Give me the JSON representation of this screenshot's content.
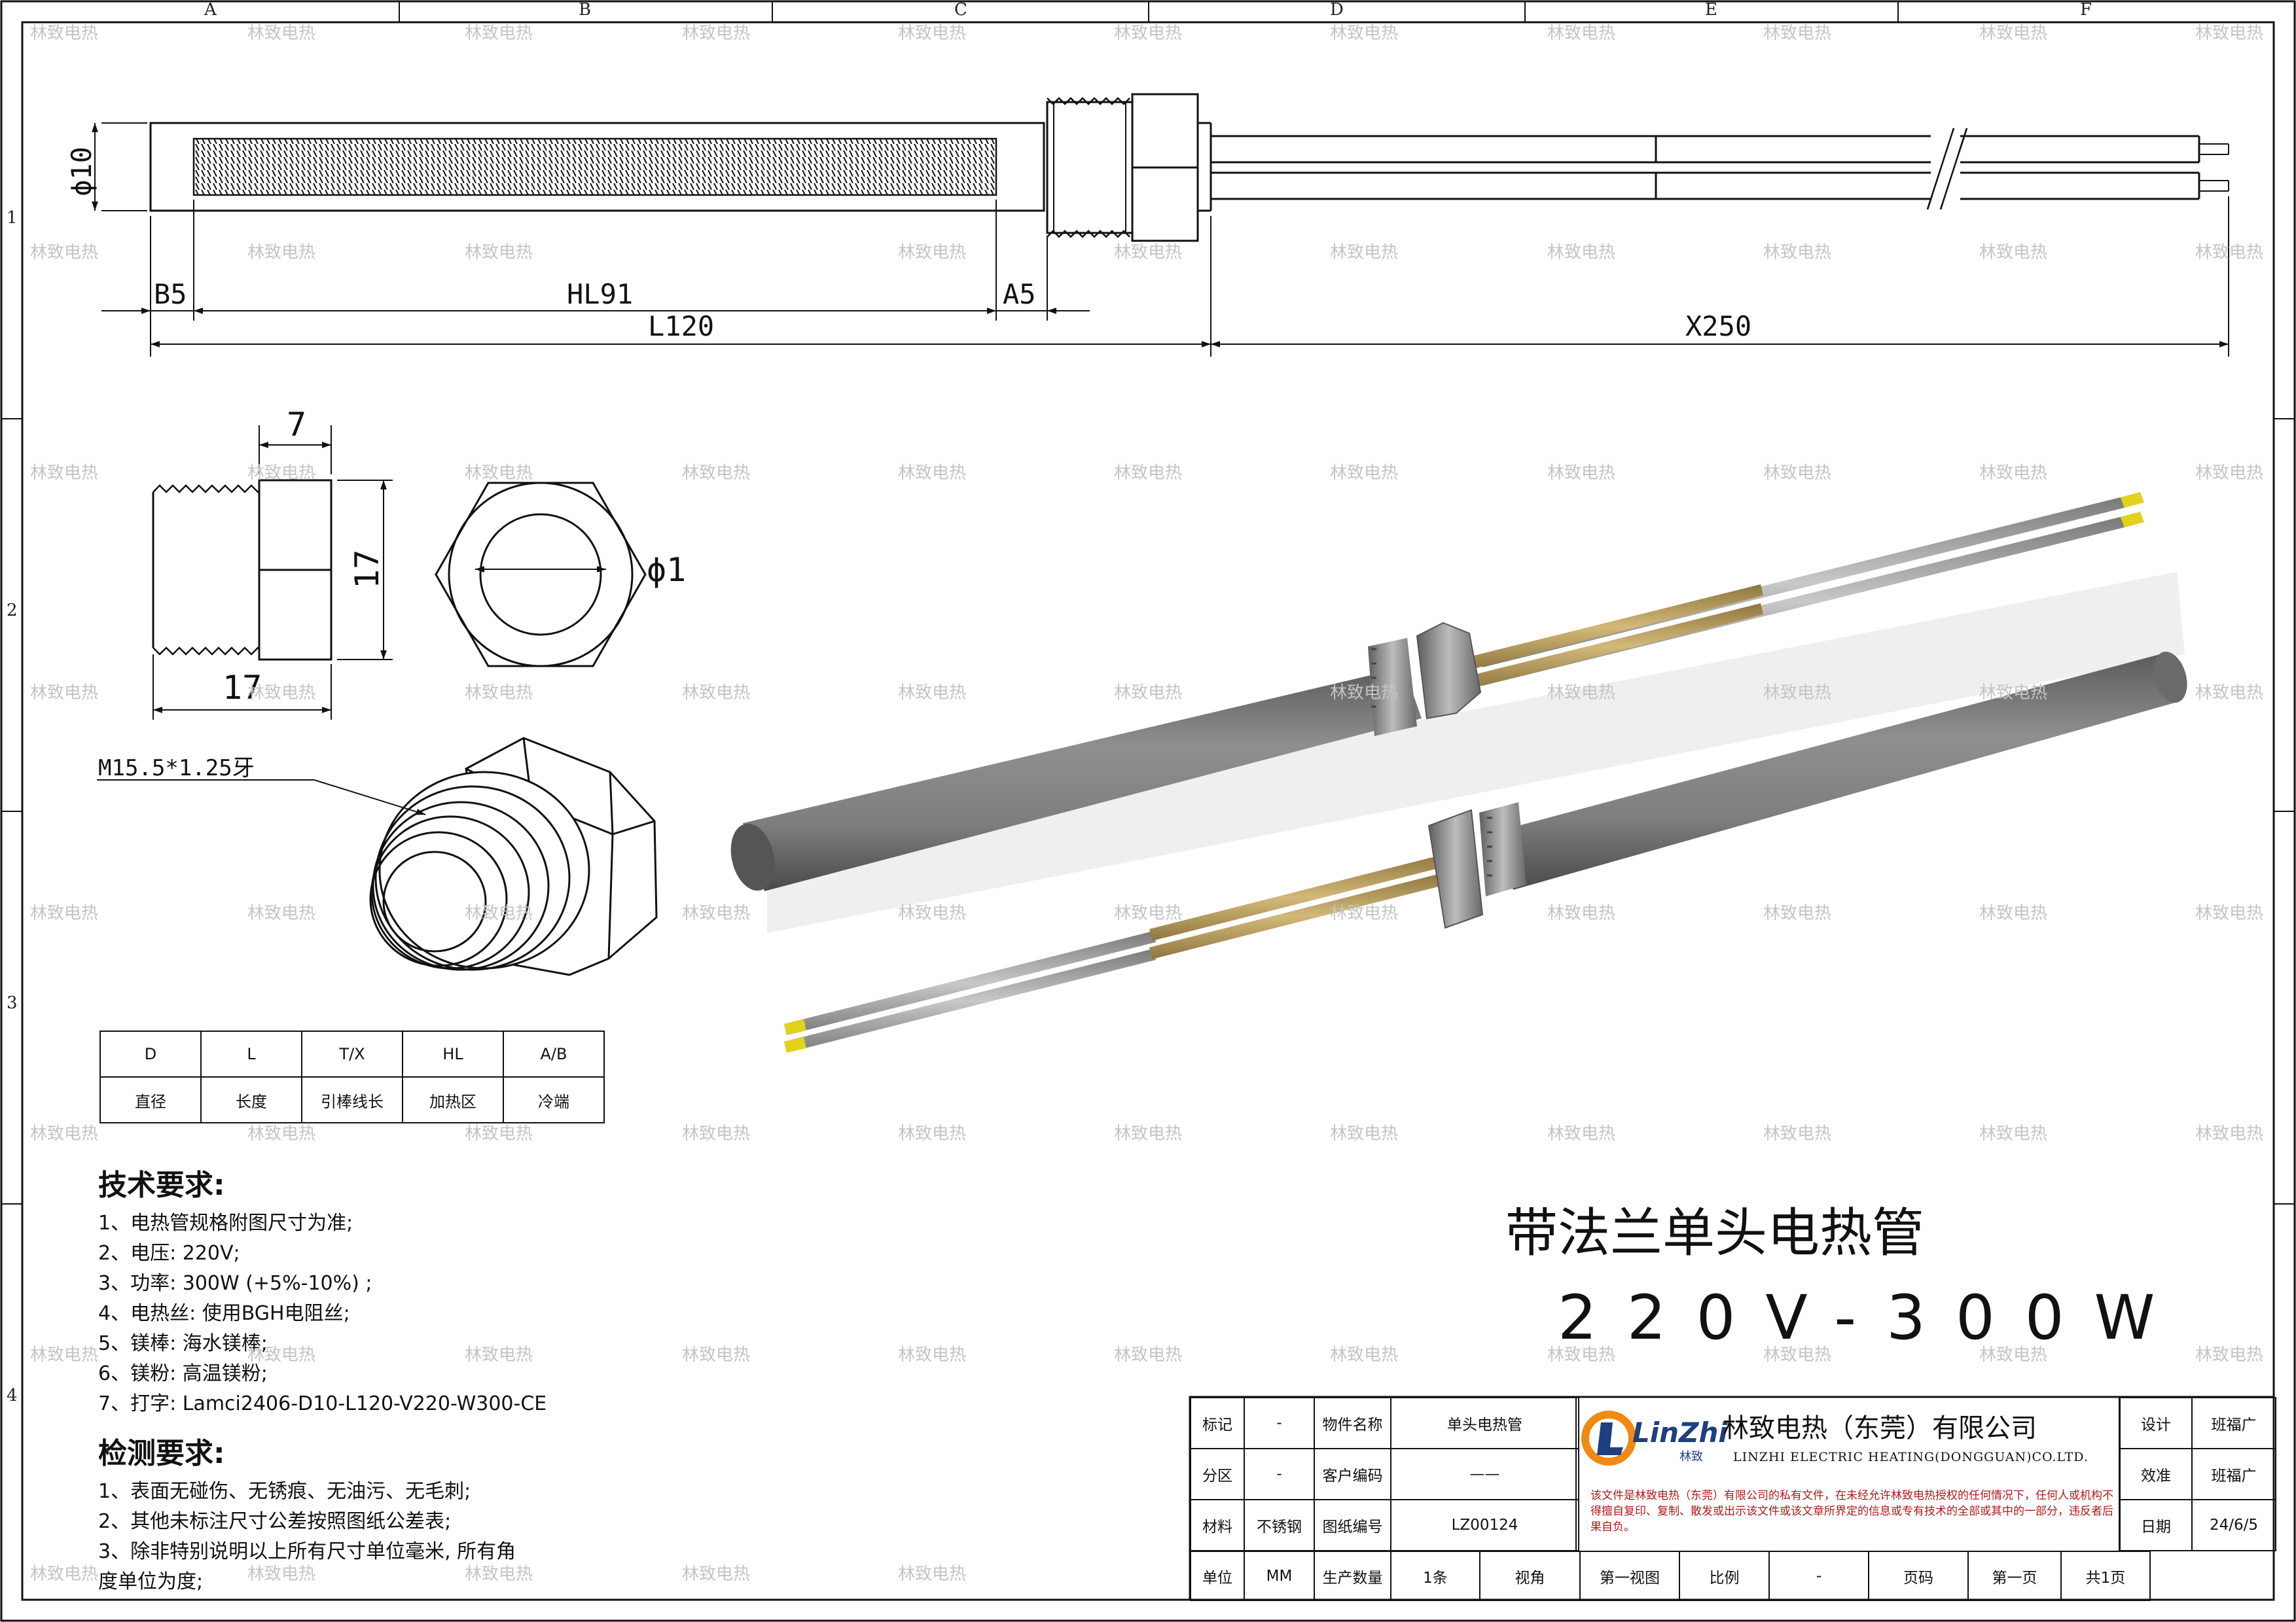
{
  "zones": {
    "cols": [
      "A",
      "B",
      "C",
      "D",
      "E",
      "F"
    ],
    "rows": [
      "1",
      "2",
      "3",
      "4"
    ]
  },
  "dimensions": {
    "diameter": "ϕ10",
    "b": "B5",
    "hl": "HL91",
    "a": "A5",
    "l": "L120",
    "x": "X250",
    "nut_width": "7",
    "nut_height": "17",
    "nut_length": "17",
    "hex_bore": "ϕ1",
    "thread": "M15.5*1.25牙"
  },
  "legend_table": {
    "headers": [
      "D",
      "L",
      "T/X",
      "HL",
      "A/B"
    ],
    "values": [
      "直径",
      "长度",
      "引棒线长",
      "加热区",
      "冷端"
    ]
  },
  "tech_requirements": {
    "title": "技术要求:",
    "items": [
      "1、电热管规格附图尺寸为准;",
      "2、电压: 220V;",
      "3、功率: 300W (+5%-10%) ;",
      "4、电热丝: 使用BGH电阻丝;",
      "5、镁棒: 海水镁棒;",
      "6、镁粉: 高温镁粉;",
      "7、打字: Lamci2406-D10-L120-V220-W300-CE"
    ]
  },
  "inspection": {
    "title": "检测要求:",
    "items": [
      "1、表面无碰伤、无锈痕、无油污、无毛刺;",
      "2、其他未标注尺寸公差按照图纸公差表;",
      "3、除非特别说明以上所有尺寸单位毫米, 所有角",
      "度单位为度;"
    ]
  },
  "product": {
    "title": "带法兰单头电热管",
    "spec": "220V-300W"
  },
  "watermark": "林致电热",
  "title_block": {
    "r1": [
      "标记",
      "-",
      "物件名称",
      "单头电热管"
    ],
    "r2": [
      "分区",
      "-",
      "客户编码",
      "——"
    ],
    "r3": [
      "材料",
      "不锈钢",
      "图纸编号",
      "LZ00124"
    ],
    "r4": [
      "单位",
      "MM",
      "生产数量",
      "1条",
      "视角",
      "第一视图",
      "比例",
      "-",
      "页码",
      "第一页",
      "共1页"
    ],
    "right": [
      [
        "设计",
        "班福广"
      ],
      [
        "效准",
        "班福广"
      ],
      [
        "日期",
        "24/6/5"
      ]
    ],
    "company_cn": "林致电热（东莞）有限公司",
    "company_en": "LINZHI ELECTRIC HEATING(DONGGUAN)CO.LTD.",
    "note": "该文件是林致电热（东莞）有限公司的私有文件，在未经允许林致电热授权的任何情况下，任何人或机构不得擅自复印、复制、散发或出示该文件或该文章所界定的信息或专有技术的全部或其中的一部分，违反者后果自负。",
    "logo_text": "LinZhi",
    "logo_sub": "林致"
  },
  "colors": {
    "tube": "#858585",
    "brass": "#b59a5c",
    "wire": "#a9a9a9",
    "wire_tip": "#e2d21c",
    "nut": "#9b9b9b",
    "logo_orange": "#f08a12",
    "logo_blue": "#1e3f80"
  }
}
